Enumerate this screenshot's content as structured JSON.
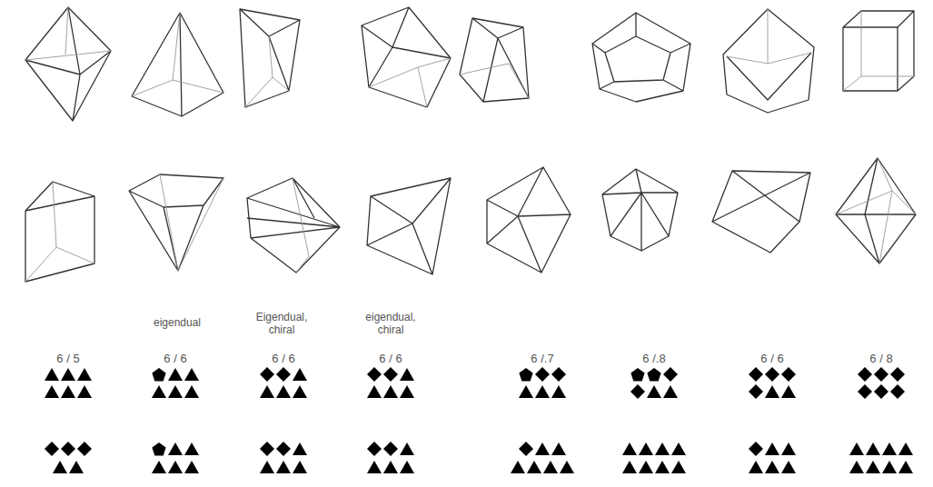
{
  "diagram": {
    "labels": [
      "eigendual",
      "Eigendual, chiral",
      "eigendual, chiral",
      "6 / 5",
      "6 / 6",
      "6 / 6",
      "6 / 6",
      "6 /.7",
      "6 /.8",
      "6 / 6",
      "6 / 8"
    ]
  }
}
